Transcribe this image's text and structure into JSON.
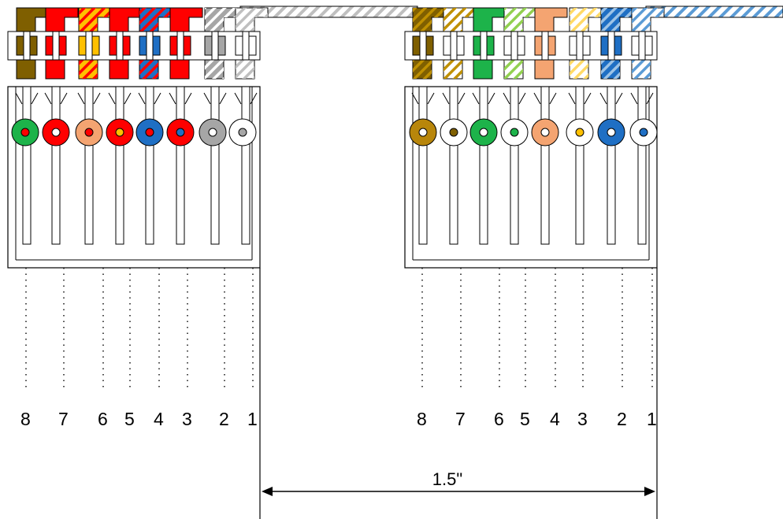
{
  "connectors": [
    {
      "name": "left",
      "pin_labels": [
        "8",
        "7",
        "6",
        "5",
        "4",
        "3",
        "2",
        "1"
      ],
      "wires": [
        {
          "main": "#7f5f00",
          "stripe": null,
          "dot": "#ff0000"
        },
        {
          "main": "#ff0000",
          "stripe": null,
          "dot": "#ffffff"
        },
        {
          "main": "#ffc000",
          "stripe": "#ff0000",
          "dot": "#ff0000"
        },
        {
          "main": "#ff0000",
          "stripe": null,
          "dot": "#ffc000"
        },
        {
          "main": "#1f6fc4",
          "stripe": "#ff0000",
          "dot": "#ff0000"
        },
        {
          "main": "#ff0000",
          "stripe": null,
          "dot": "#1f6fc4"
        },
        {
          "main": "#a6a6a6",
          "stripe": "#ffffff",
          "dot": "#ffffff"
        },
        {
          "main": "#ffffff",
          "stripe": "#bfbfbf",
          "dot": "#a6a6a6"
        }
      ],
      "circles": [
        {
          "outer": "#1db34a",
          "inner": "#ff0000"
        },
        {
          "outer": "#ff0000",
          "inner": "#ffffff"
        },
        {
          "outer": "#f4a471",
          "inner": "#ff0000"
        },
        {
          "outer": "#ff0000",
          "inner": "#ffc000"
        },
        {
          "outer": "#1f6fc4",
          "inner": "#ff0000"
        },
        {
          "outer": "#ff0000",
          "inner": "#1f6fc4"
        },
        {
          "outer": "#a6a6a6",
          "inner": "#ffffff"
        },
        {
          "outer": "#ffffff",
          "inner": "#a6a6a6"
        }
      ]
    },
    {
      "name": "right",
      "pin_labels": [
        "8",
        "7",
        "6",
        "5",
        "4",
        "3",
        "2",
        "1"
      ],
      "wires": [
        {
          "main": "#7f5f00",
          "stripe": "#bf9000",
          "dot": null
        },
        {
          "main": "#ffffff",
          "stripe": "#bf9000",
          "dot": null
        },
        {
          "main": "#1db34a",
          "stripe": null,
          "dot": null
        },
        {
          "main": "#ffffff",
          "stripe": "#92d050",
          "dot": null
        },
        {
          "main": "#f4a471",
          "stripe": null,
          "dot": null
        },
        {
          "main": "#ffffff",
          "stripe": "#ffd966",
          "dot": null
        },
        {
          "main": "#1f6fc4",
          "stripe": "#9dc3e6",
          "dot": null
        },
        {
          "main": "#ffffff",
          "stripe": "#5b9bd5",
          "dot": null
        }
      ],
      "circles": [
        {
          "outer": "#b8860b",
          "inner": "#ffffff"
        },
        {
          "outer": "#ffffff",
          "inner": "#7f5f00"
        },
        {
          "outer": "#1db34a",
          "inner": "#ffffff"
        },
        {
          "outer": "#ffffff",
          "inner": "#1db34a"
        },
        {
          "outer": "#f4a471",
          "inner": "#ffffff"
        },
        {
          "outer": "#ffffff",
          "inner": "#ffc000"
        },
        {
          "outer": "#1f6fc4",
          "inner": "#ffffff"
        },
        {
          "outer": "#ffffff",
          "inner": "#1f6fc4"
        }
      ]
    }
  ],
  "dimension": {
    "label": "1.5\""
  },
  "cables": [
    {
      "stripe": "#bfbfbf"
    },
    {
      "stripe": "#5b9bd5"
    }
  ]
}
